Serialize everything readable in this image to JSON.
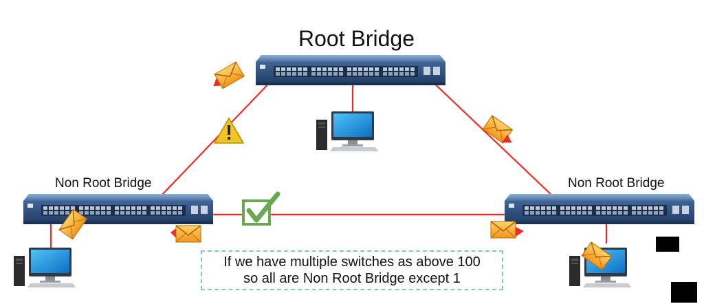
{
  "labels": {
    "root": "Root Bridge",
    "non_root_left": "Non Root Bridge",
    "non_root_right": "Non Root Bridge"
  },
  "caption": {
    "line1": "If we have multiple switches as above 100",
    "line2": "so all are Non Root Bridge except 1"
  },
  "colors": {
    "link": "#ee2b24",
    "switch_body": "#3a5d8c",
    "warning": "#f4c51e",
    "checkmark": "#6aa84f",
    "envelope": "#f5a623",
    "caption_border": "#7fc8c0"
  },
  "icons": [
    "switch-icon",
    "pc-icon",
    "envelope-icon",
    "warning-icon",
    "checkmark-icon"
  ]
}
